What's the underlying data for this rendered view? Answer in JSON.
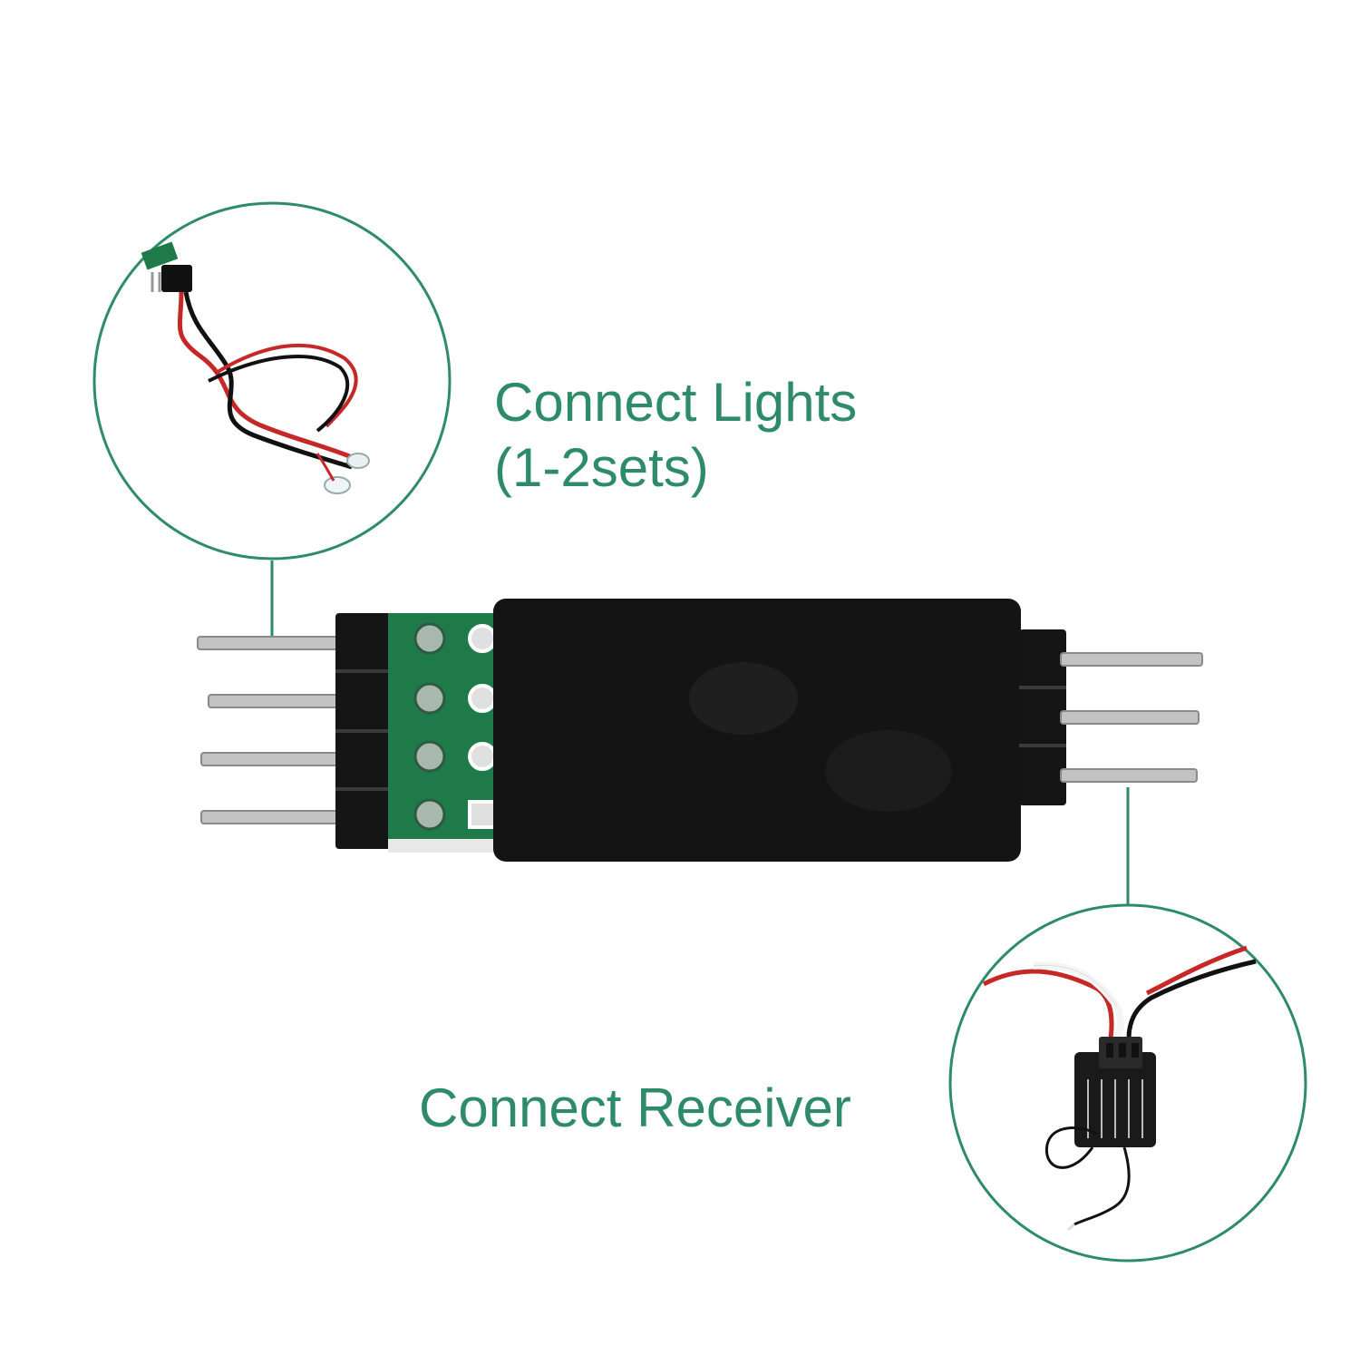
{
  "labels": {
    "lights_line1": "Connect Lights",
    "lights_line2": "(1-2sets)",
    "receiver": "Connect Receiver"
  },
  "colors": {
    "accent": "#2e8b67",
    "module_body": "#141414",
    "pcb": "#1f7a4a",
    "pin": "#bdbdbd",
    "wire_red": "#c62828",
    "wire_black": "#111111"
  },
  "icons": {
    "lights_callout": "led-light-wire-icon",
    "receiver_callout": "rc-receiver-icon",
    "module": "light-controller-module-icon"
  }
}
